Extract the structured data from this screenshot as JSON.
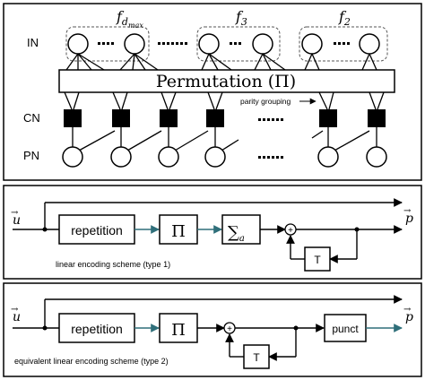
{
  "top": {
    "labels": {
      "in": "IN",
      "cn": "CN",
      "pn": "PN"
    },
    "groups": [
      {
        "base": "f",
        "sub": "d",
        "subsub": "max"
      },
      {
        "base": "f",
        "sub": "3"
      },
      {
        "base": "f",
        "sub": "2"
      }
    ],
    "permutation_label": "Permutation (Π)",
    "parity_grouping_label": "parity grouping"
  },
  "panel1": {
    "input_label": "u",
    "output_label": "p",
    "repetition": "repetition",
    "pi": "Π",
    "sum_symbol": "∑",
    "sum_sub": "a",
    "plus": "+",
    "delay": "T",
    "caption": "linear encoding scheme (type 1)"
  },
  "panel2": {
    "input_label": "u",
    "output_label": "p",
    "repetition": "repetition",
    "pi": "Π",
    "plus": "+",
    "delay": "T",
    "punct": "punct",
    "caption": "equivalent linear encoding scheme (type 2)"
  }
}
